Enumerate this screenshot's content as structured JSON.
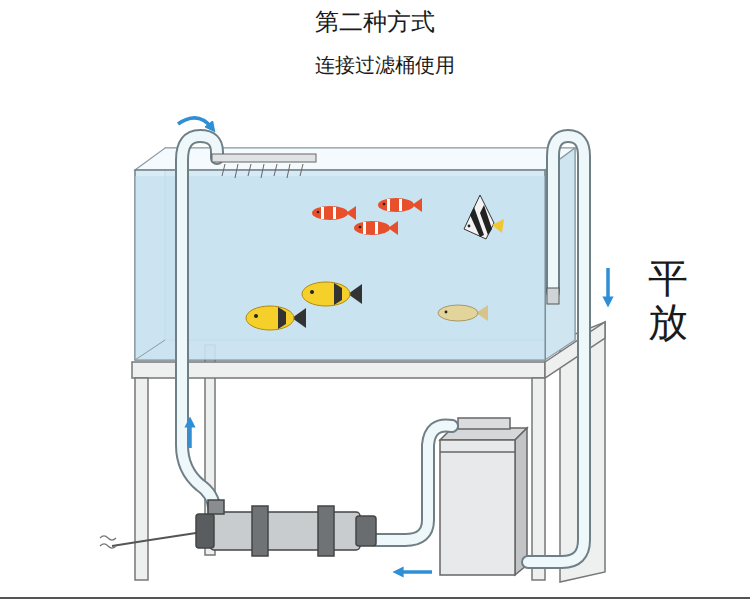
{
  "diagram": {
    "title": "第二种方式",
    "labels": [
      "连接过滤桶使用",
      "平放"
    ]
  }
}
